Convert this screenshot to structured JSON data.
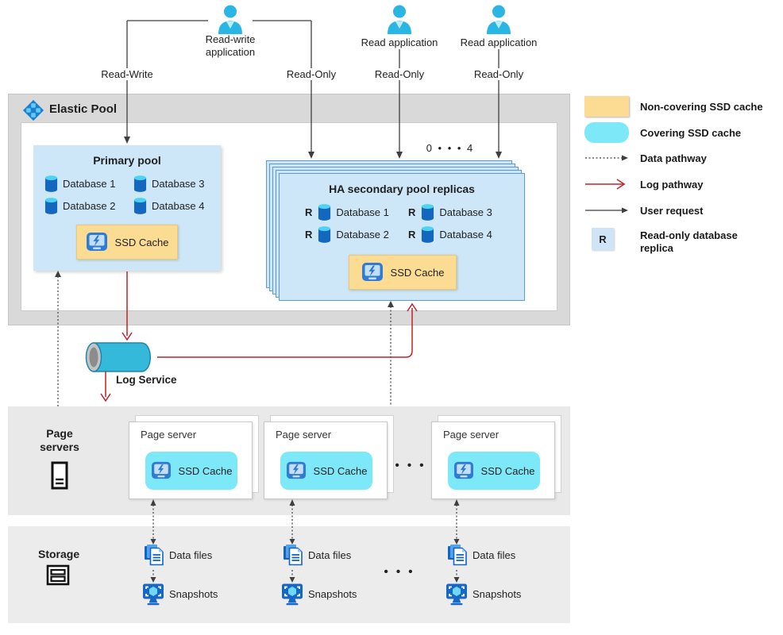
{
  "colors": {
    "non_covering_cache": "#FBDC92",
    "covering_cache": "#7DE9F8",
    "pool_fill": "#CDE7F8",
    "pool_border": "#5B9BD5",
    "log_pathway_red": "#BE232B",
    "arrow_dark": "#3F3F3F",
    "band_gray": "#D9D9D9",
    "band_light_gray": "#E9E9E9",
    "person_cyan": "#29B6E4"
  },
  "apps": {
    "read_write_app": {
      "label": "Read-write application",
      "left_branch_label": "Read-Write",
      "right_branch_label": "Read-Only"
    },
    "read_app_1": {
      "label": "Read application",
      "branch_label": "Read-Only"
    },
    "read_app_2": {
      "label": "Read application",
      "branch_label": "Read-Only"
    }
  },
  "elastic_pool": {
    "title": "Elastic Pool",
    "primary_pool": {
      "title": "Primary pool",
      "databases": [
        "Database 1",
        "Database 2",
        "Database 3",
        "Database 4"
      ],
      "ssd_cache_label": "SSD Cache"
    },
    "ha_pool": {
      "title": "HA secondary pool replicas",
      "replica_marker": "R",
      "replica_range": "0 • • • 4",
      "databases": [
        "Database 1",
        "Database 2",
        "Database 3",
        "Database 4"
      ],
      "ssd_cache_label": "SSD Cache"
    }
  },
  "log_service": {
    "label": "Log Service"
  },
  "page_servers": {
    "band_label": "Page servers",
    "ellipsis": "• • •",
    "cards": [
      {
        "title": "Page server",
        "ssd_cache_label": "SSD Cache"
      },
      {
        "title": "Page server",
        "ssd_cache_label": "SSD Cache"
      },
      {
        "title": "Page server",
        "ssd_cache_label": "SSD Cache"
      }
    ]
  },
  "storage": {
    "band_label": "Storage",
    "ellipsis": "• • •",
    "columns": [
      {
        "data_files_label": "Data files",
        "snapshots_label": "Snapshots"
      },
      {
        "data_files_label": "Data files",
        "snapshots_label": "Snapshots"
      },
      {
        "data_files_label": "Data files",
        "snapshots_label": "Snapshots"
      }
    ]
  },
  "legend": {
    "items": [
      {
        "icon": "non-covering-cache-swatch",
        "label": "Non-covering SSD cache"
      },
      {
        "icon": "covering-cache-swatch",
        "label": "Covering SSD cache"
      },
      {
        "icon": "data-pathway-arrow",
        "label": "Data pathway"
      },
      {
        "icon": "log-pathway-arrow",
        "label": "Log pathway"
      },
      {
        "icon": "user-request-arrow",
        "label": "User request"
      },
      {
        "icon": "replica-marker",
        "marker": "R",
        "label": "Read-only database replica"
      }
    ]
  },
  "icons": {
    "person": "person-icon",
    "database": "database-cylinder-icon",
    "ssd": "ssd-device-icon",
    "elastic_pool": "elastic-pool-diamond-icon",
    "page_server": "server-tower-icon",
    "storage": "storage-drawer-icon",
    "data_files": "document-stack-icon",
    "snapshots": "snapshot-monitor-icon",
    "log_service": "pipe-cylinder-icon"
  }
}
